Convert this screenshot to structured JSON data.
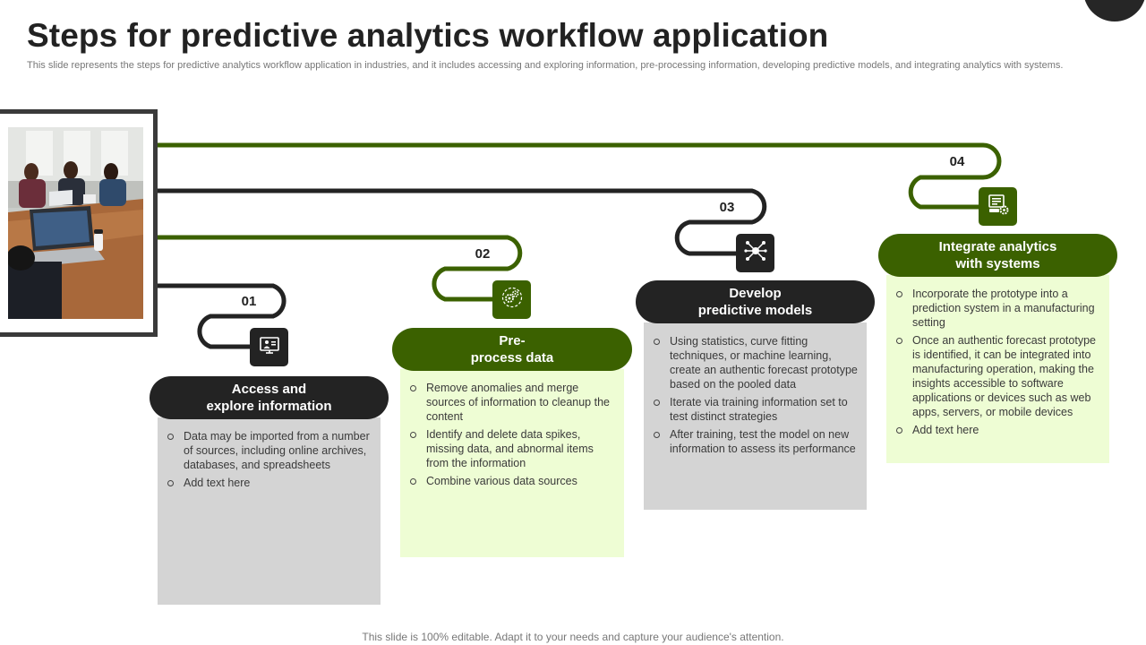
{
  "slide": {
    "title": "Steps for predictive analytics workflow application",
    "subtitle": "This slide represents the steps for predictive analytics workflow application in industries, and it includes accessing and exploring information, pre-processing information, developing predictive models, and integrating analytics with systems.",
    "footer": "This slide is 100% editable. Adapt it to your needs and capture your audience's attention."
  },
  "colors": {
    "dark": "#232323",
    "green": "#3b6100",
    "grey_panel": "#d4d4d4",
    "light_green_panel": "#eefdd4"
  },
  "steps": [
    {
      "number": "01",
      "title_line1": "Access and",
      "title_line2": "explore information",
      "icon": "presentation-icon",
      "bullets": [
        "Data may be imported from a number of sources, including online archives, databases, and spreadsheets",
        "Add text here"
      ]
    },
    {
      "number": "02",
      "title_line1": "Pre-",
      "title_line2": "process data",
      "icon": "gears-icon",
      "bullets": [
        "Remove anomalies and merge sources of information to cleanup the content",
        "Identify and delete data spikes, missing data, and abnormal items from the information",
        "Combine various data sources"
      ]
    },
    {
      "number": "03",
      "title_line1": "Develop",
      "title_line2": "predictive models",
      "icon": "network-brain-icon",
      "bullets": [
        "Using statistics, curve fitting techniques, or machine learning, create an authentic forecast prototype based on the pooled data",
        "Iterate via training information set to test distinct strategies",
        "After training, test the model on new information to assess its performance"
      ]
    },
    {
      "number": "04",
      "title_line1": "Integrate analytics",
      "title_line2": "with systems",
      "icon": "computer-settings-icon",
      "bullets": [
        "Incorporate the prototype into a prediction system in a manufacturing setting",
        "Once an authentic forecast prototype is identified, it can be integrated into manufacturing operation, making the insights accessible to software applications or devices such as web apps, servers, or mobile devices",
        "Add text here"
      ]
    }
  ]
}
